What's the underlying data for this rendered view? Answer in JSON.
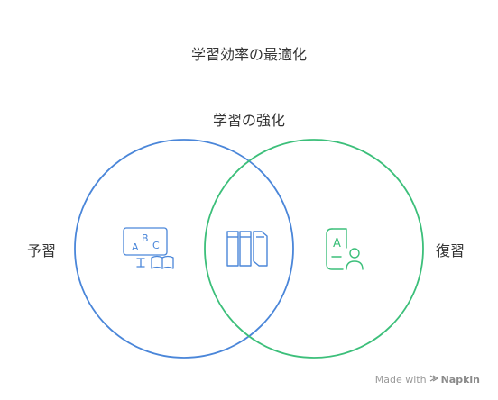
{
  "diagram": {
    "title": "学習効率の最適化",
    "overlap_label": "学習の強化",
    "left_circle": {
      "label": "予習",
      "color": "#4a86d9",
      "icon": "abc-book-icon"
    },
    "right_circle": {
      "label": "復習",
      "color": "#3cbf7a",
      "icon": "student-profile-icon"
    },
    "center_icon": "books-on-shelf-icon"
  },
  "watermark": {
    "made_with": "Made with",
    "brand": "Napkin"
  }
}
